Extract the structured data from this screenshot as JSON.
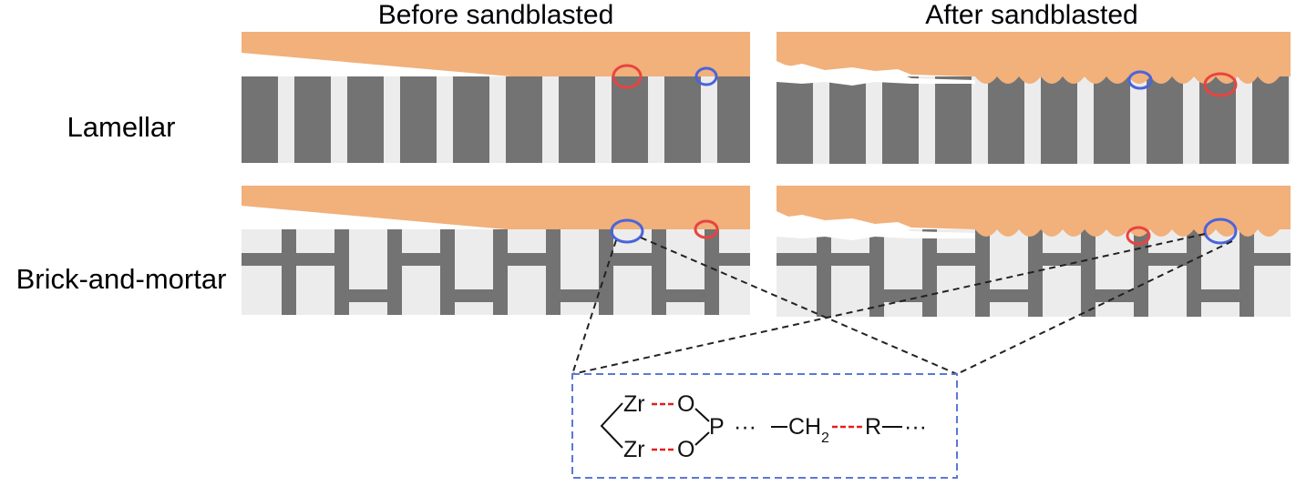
{
  "columns": {
    "before": "Before sandblasted",
    "after": "After sandblasted"
  },
  "rows": {
    "lamellar": "Lamellar",
    "brick": "Brick-and-mortar"
  },
  "chemistry": {
    "zr_top": "Zr",
    "zr_bottom": "Zr",
    "o_top": "O",
    "o_bottom": "O",
    "p": "P",
    "dots_1": "···",
    "ch": "CH",
    "ch_sub": "2",
    "r": "R",
    "dots_2": "···"
  },
  "colors": {
    "resin": "#f2b07a",
    "ceramic": "#737373",
    "matrix": "#ececec",
    "circle_red": "#e8443f",
    "circle_blue": "#4a64dc",
    "bond_red": "#e02020",
    "zoom_box": "#5b78d8"
  }
}
